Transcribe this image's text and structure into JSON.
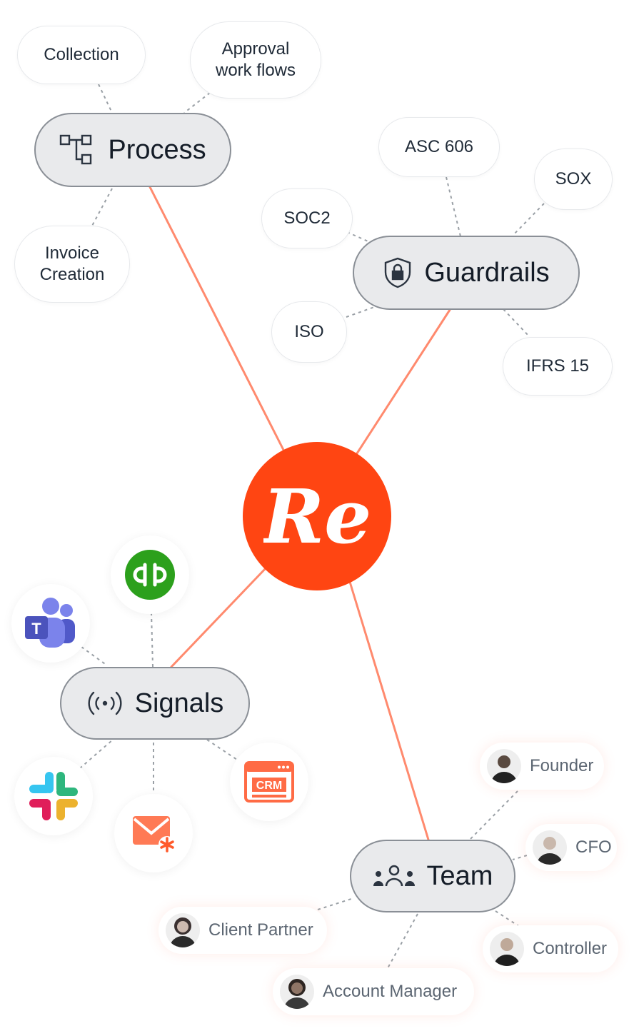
{
  "center": {
    "logo_text": "Re",
    "color": "#ff4512"
  },
  "colors": {
    "connector": "#ff8a6e",
    "dashed": "#9aa0a6",
    "hub_bg": "#e9eaec",
    "hub_border": "#8a8f96"
  },
  "process": {
    "label": "Process",
    "icon": "workflow-icon",
    "children": [
      "Collection",
      "Approval work flows",
      "Invoice Creation"
    ]
  },
  "guardrails": {
    "label": "Guardrails",
    "icon": "shield-lock-icon",
    "children": [
      "ASC 606",
      "SOX",
      "SOC2",
      "ISO",
      "IFRS 15"
    ]
  },
  "signals": {
    "label": "Signals",
    "icon": "broadcast-icon",
    "apps": [
      "quickbooks-icon",
      "teams-icon",
      "slack-icon",
      "email-icon",
      "crm-icon"
    ],
    "crm_text": "CRM"
  },
  "team": {
    "label": "Team",
    "icon": "group-icon",
    "members": [
      "Founder",
      "CFO",
      "Controller",
      "Client Partner",
      "Account Manager"
    ]
  }
}
